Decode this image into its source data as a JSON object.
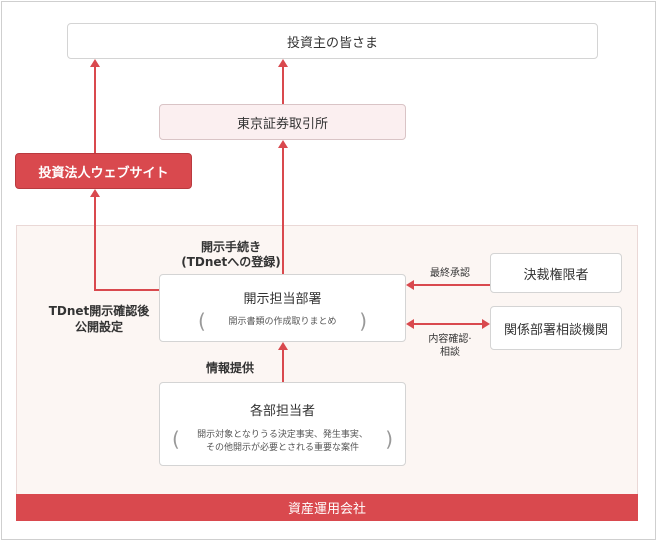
{
  "investors": "投資主の皆さま",
  "exchange": "東京証券取引所",
  "website": "投資法人ウェブサイト",
  "disclosure_dept": {
    "title": "開示担当部署",
    "note": "開示書類の作成取りまとめ"
  },
  "each_dept": {
    "title": "各部担当者",
    "note_line1": "開示対象となりうる決定事実、発生事実、",
    "note_line2": "その他開示が必要とされる重要な案件"
  },
  "decision_authority": "決裁権限者",
  "related_depts": "関係部署相談機関",
  "asset_manager": "資産運用会社",
  "labels": {
    "procedure_line1": "開示手続き",
    "procedure_line2": "(TDnetへの登録)",
    "after_tdnet_line1": "TDnet開示確認後",
    "after_tdnet_line2": "公開設定",
    "final_approval": "最終承認",
    "content_check_line1": "内容確認·",
    "content_check_line2": "相談",
    "info_provision": "情報提供"
  },
  "colors": {
    "accent_red": "#d9494e",
    "pink_fill": "#fbeff0",
    "area_fill": "#fcf6f3"
  }
}
